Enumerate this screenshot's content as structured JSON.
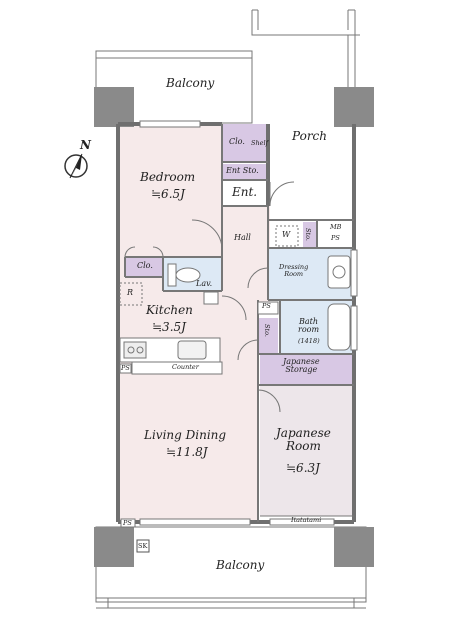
{
  "rooms": {
    "balcony_top": "Balcony",
    "porch": "Porch",
    "bedroom_name": "Bedroom",
    "bedroom_size": "≒6.5J",
    "closet_bed": "Clo.",
    "shelf": "Shelf",
    "ent_storage": "Ent Sto.",
    "entrance": "Ent.",
    "hall": "Hall",
    "washer": "W",
    "storage_small": "Sto.",
    "mb": "MB",
    "ps": "PS",
    "closet_kitchen": "Clo.",
    "lav": "Lav.",
    "dressing": "Dressing\nRoom",
    "ps_bath": "PS",
    "refrigerator": "R",
    "kitchen_name": "Kitchen",
    "kitchen_size": "≒3.5J",
    "storage_side": "Sto.",
    "bath": "Bath\nroom",
    "bath_size": "(1418)",
    "counter": "Counter",
    "ps_kitchen": "PS",
    "japanese_storage": "Japanese\nStorage",
    "living_name": "Living Dining",
    "living_size": "≒11.8J",
    "japanese_room_name": "Japanese\nRoom",
    "japanese_room_size": "≒6.3J",
    "itatatami": "Itatatami",
    "ps_bottom": "PS",
    "sk": "SK",
    "balcony_bottom": "Balcony"
  },
  "compass": {
    "label": "N"
  },
  "colors": {
    "wall": "#6f6f6f",
    "floor_pink": "#f6eaea",
    "storage_purple": "#d8c8e4",
    "wet_blue": "#dde9f5",
    "tatami": "#ede6ea",
    "outdoor": "#ffffff"
  }
}
